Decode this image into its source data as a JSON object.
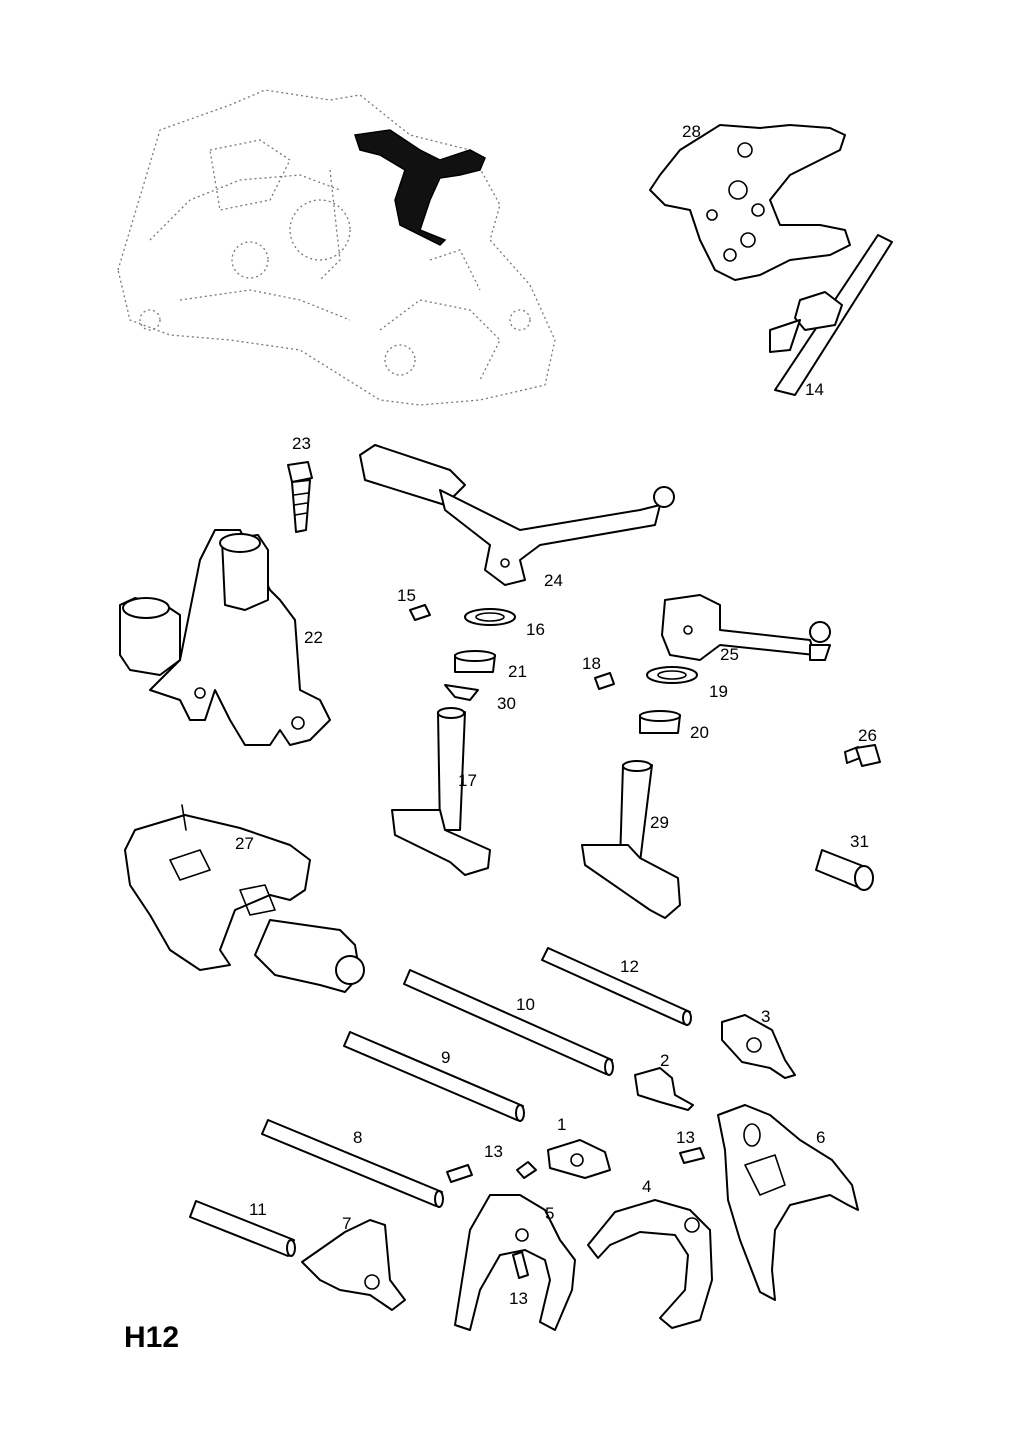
{
  "page_code": "H12",
  "labels": [
    "28",
    "14",
    "23",
    "24",
    "15",
    "16",
    "22",
    "21",
    "18",
    "25",
    "30",
    "19",
    "20",
    "26",
    "17",
    "29",
    "27",
    "31",
    "12",
    "10",
    "3",
    "9",
    "2",
    "1",
    "13",
    "6",
    "8",
    "13",
    "4",
    "11",
    "5",
    "7",
    "13"
  ]
}
